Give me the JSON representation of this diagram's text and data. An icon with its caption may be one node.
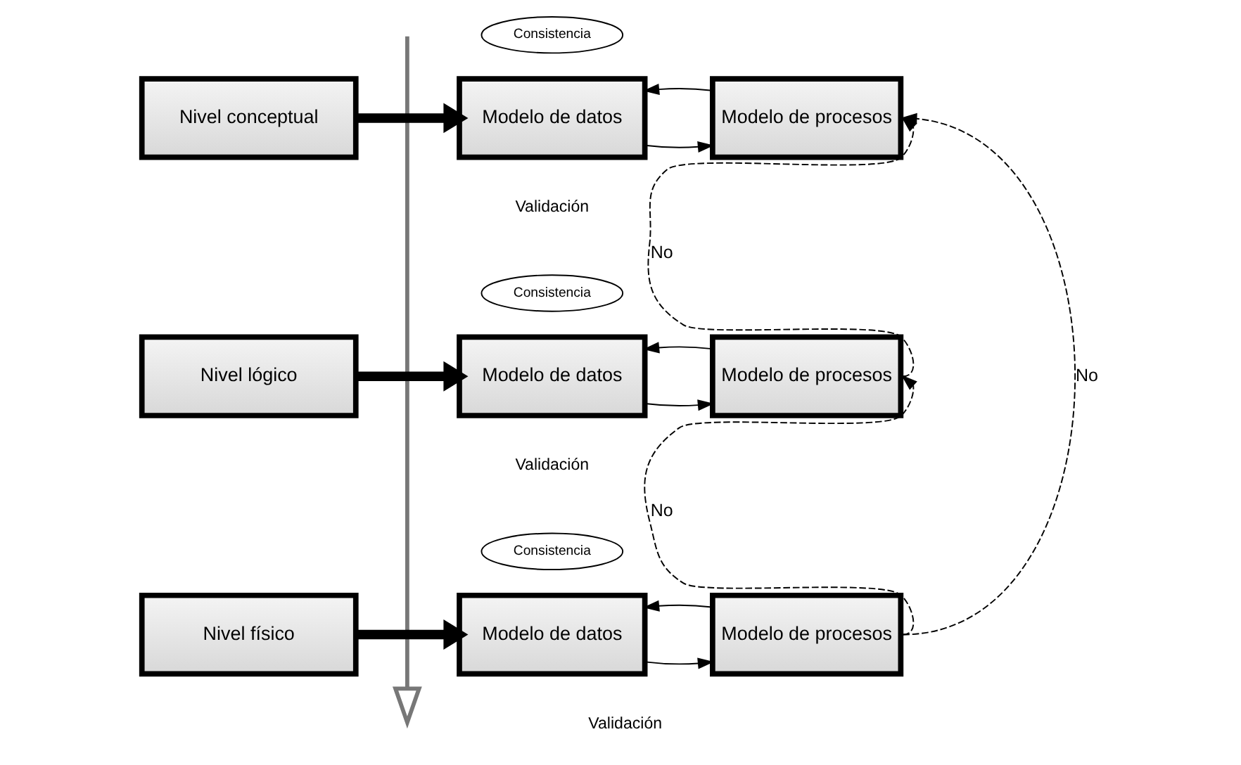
{
  "diagram": {
    "nodes": [
      {
        "text": [
          "Nivel conceptual"
        ]
      },
      {
        "text": [
          "Consistencia"
        ]
      },
      {
        "text": [
          "Modelo de datos"
        ]
      },
      {
        "text": [
          "Modelo de procesos"
        ]
      },
      {
        "text": [
          "Nivel lógico"
        ]
      },
      {
        "text": [
          "Consistencia"
        ]
      },
      {
        "text": [
          "Modelo de datos"
        ]
      },
      {
        "text": [
          "Modelo de procesos"
        ]
      },
      {
        "text": [
          "Nivel físico"
        ]
      },
      {
        "text": [
          "Consistencia"
        ]
      },
      {
        "text": [
          "Modelo de datos"
        ]
      },
      {
        "text": [
          "Modelo de procesos"
        ]
      }
    ],
    "edges": [
      {
        "from": 0,
        "to": 2,
        "arrow": "to",
        "style": "thick"
      },
      {
        "from": 2,
        "to": 3,
        "arrow": "to"
      },
      {
        "from": 3,
        "to": 2,
        "arrow": "to"
      },
      {
        "from": 4,
        "to": 6,
        "arrow": "to",
        "style": "thick"
      },
      {
        "from": 6,
        "to": 7,
        "arrow": "to"
      },
      {
        "from": 7,
        "to": 6,
        "arrow": "to"
      },
      {
        "from": 8,
        "to": 10,
        "arrow": "to",
        "style": "thick"
      },
      {
        "from": 10,
        "to": 11,
        "arrow": "to"
      },
      {
        "from": 11,
        "to": 10,
        "arrow": "to"
      },
      {
        "from": 7,
        "to": 3,
        "arrow": "to",
        "style": "dashed",
        "label": "No"
      },
      {
        "from": 11,
        "to": 7,
        "arrow": "to",
        "style": "dashed",
        "label": "No"
      },
      {
        "from": 11,
        "to": 3,
        "arrow": "to",
        "style": "dashed",
        "label": "No"
      }
    ],
    "labels": [
      "Validación",
      "Validación",
      "Validación"
    ]
  }
}
